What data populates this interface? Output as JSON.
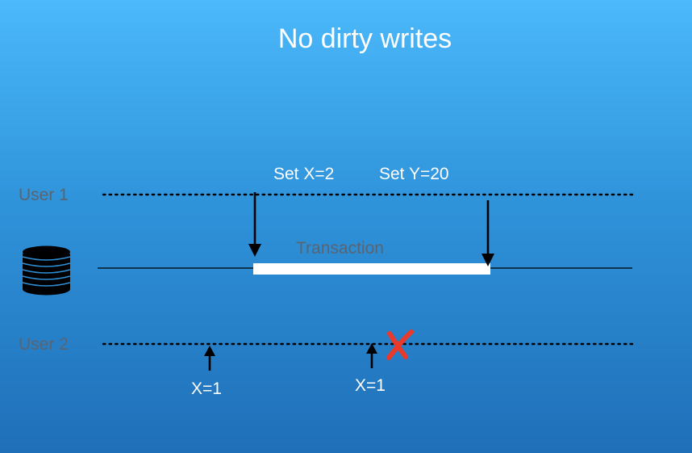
{
  "slide": {
    "title": "No dirty writes"
  },
  "lanes": {
    "user1_label": "User 1",
    "user2_label": "User 2"
  },
  "user1_ops": {
    "write_x": "Set X=2",
    "write_y": "Set Y=20"
  },
  "transaction": {
    "label": "Transaction"
  },
  "user2_ops": {
    "read_1": "X=1",
    "read_2": "X=1"
  },
  "icons": {
    "database": "database-icon",
    "blocked": "red-cross-icon"
  },
  "colors": {
    "background_top": "#4bb9fb",
    "background_bottom": "#1f6fb8",
    "transaction_bar": "#ffffff",
    "blocked_mark": "#e8392a",
    "lane_label": "#5a6470"
  }
}
